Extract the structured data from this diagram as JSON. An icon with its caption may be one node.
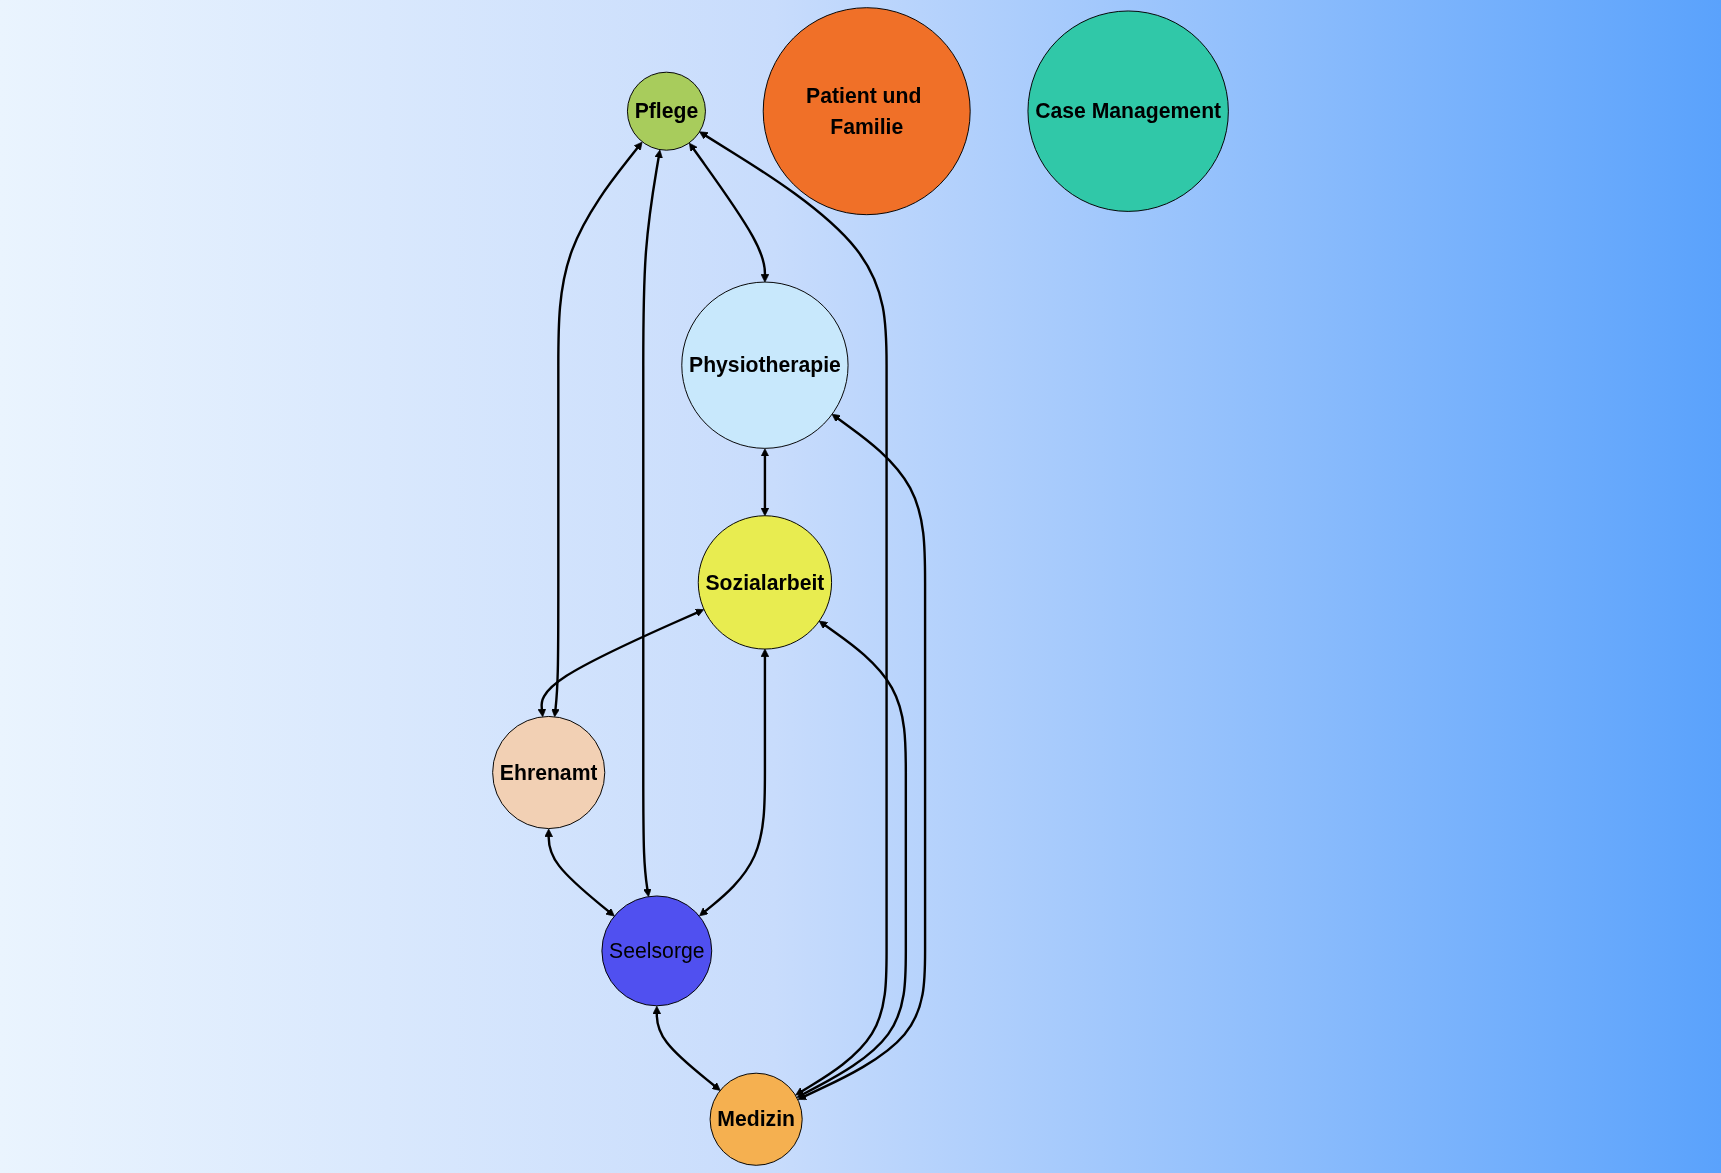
{
  "diagram": {
    "nodes": [
      {
        "text": [
          "Pflege"
        ]
      },
      {
        "text": [
          "Physiotherapie"
        ]
      },
      {
        "text": [
          "Medizin"
        ]
      },
      {
        "text": [
          "Patient und Familie"
        ]
      },
      {
        "text": [
          "Sozialarbeit"
        ]
      },
      {
        "text": [
          "Case Management"
        ]
      },
      {
        "text": [
          "Seelsorge"
        ]
      },
      {
        "text": [
          "Ehrenamt"
        ]
      }
    ],
    "edges": [
      {
        "from": 0,
        "to": 1,
        "arrow": "both"
      },
      {
        "from": 1,
        "to": 4,
        "arrow": "both"
      },
      {
        "from": 4,
        "to": 7,
        "arrow": "both"
      },
      {
        "from": 7,
        "to": 6,
        "arrow": "both"
      },
      {
        "from": 6,
        "to": 2,
        "arrow": "both"
      },
      {
        "from": 2,
        "to": 0,
        "arrow": "both"
      },
      {
        "from": 0,
        "to": 6,
        "arrow": "both"
      },
      {
        "from": 2,
        "to": 4,
        "arrow": "both"
      },
      {
        "from": 2,
        "to": 1,
        "arrow": "both"
      },
      {
        "from": 0,
        "to": 7,
        "arrow": "both"
      },
      {
        "from": 6,
        "to": 4,
        "arrow": "both"
      }
    ]
  }
}
